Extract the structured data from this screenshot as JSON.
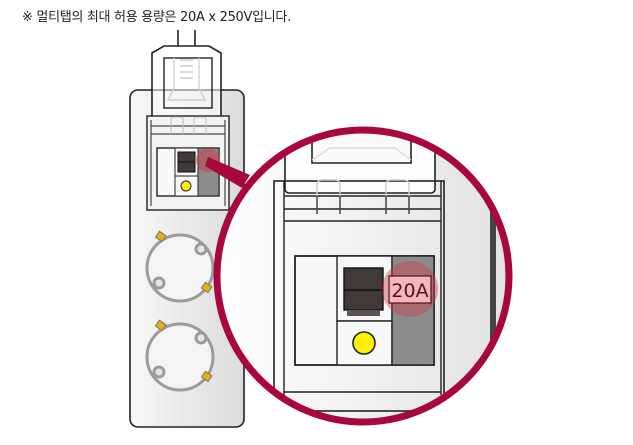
{
  "caption": {
    "text": "※ 멀티탭의 최대 허용 용량은 20A x 250V입니다."
  },
  "illustration": {
    "subject": "power-strip-with-circuit-breaker",
    "outlet_count": 2,
    "breaker_rating_label": "20A",
    "colors": {
      "magnifier_ring": "#a8073c",
      "highlight": "#c8404f",
      "breaker_switch": "#3f3a38",
      "indicator_lamp": "#fff200",
      "rating_side_panel": "#8c8c8c",
      "rating_label_bg": "#f4b6bd",
      "outlet_ring": "#9b9b9b",
      "ground_clip": "#e3b30a"
    }
  }
}
